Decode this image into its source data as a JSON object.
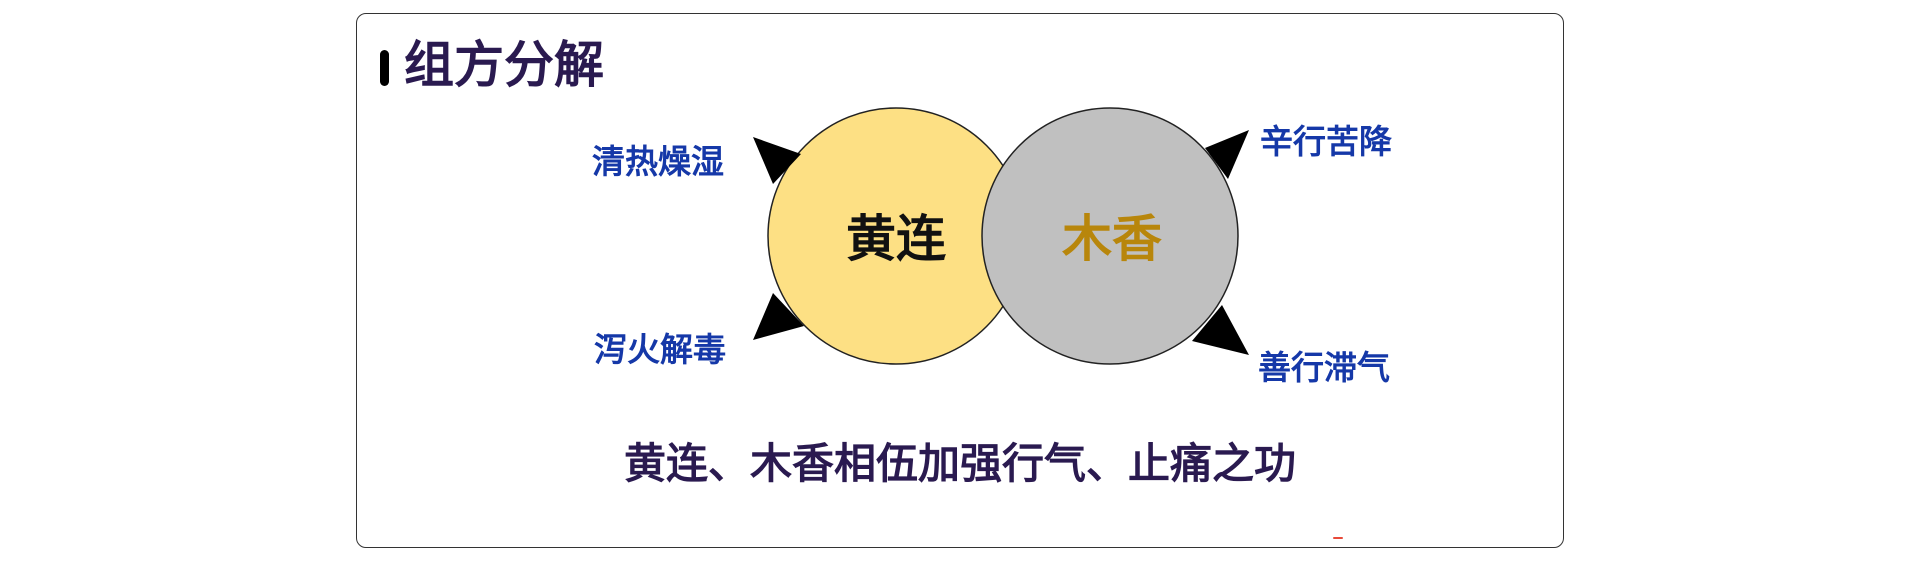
{
  "section": {
    "title": "组方分解"
  },
  "herbs": [
    {
      "name": "黄连",
      "fill": "#fde084",
      "label_color": "#111111",
      "effects": [
        "清热燥湿",
        "泻火解毒"
      ]
    },
    {
      "name": "木香",
      "fill": "#c0c0c0",
      "label_color": "#b8860b",
      "effects": [
        "辛行苦降",
        "善行滞气"
      ]
    }
  ],
  "summary": "黄连、木香相伍加强行气、止痛之功",
  "colors": {
    "title": "#2a1a50",
    "effect_text": "#1538a8",
    "arrow": "#000000",
    "card_border": "#333333"
  }
}
